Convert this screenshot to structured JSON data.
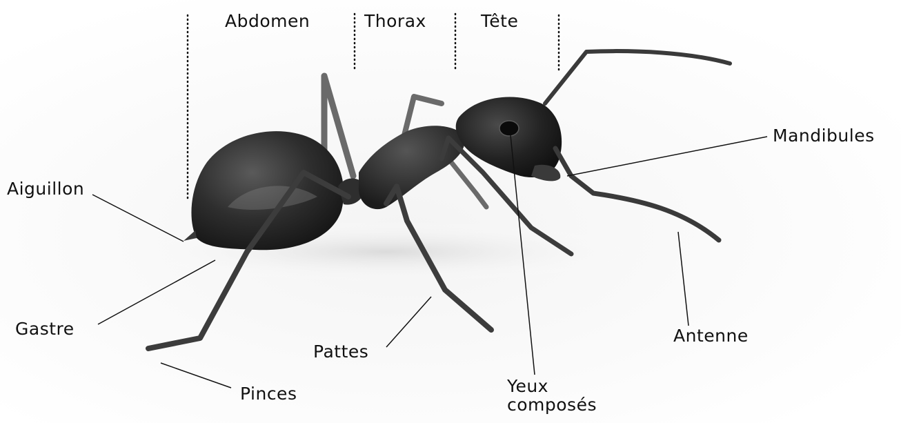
{
  "labels": {
    "abdomen": "Abdomen",
    "thorax": "Thorax",
    "tete": "Tête",
    "mandibules": "Mandibules",
    "aiguillon": "Aiguillon",
    "gastre": "Gastre",
    "pattes": "Pattes",
    "antenne": "Antenne",
    "pinces": "Pinces",
    "yeux_line1": "Yeux",
    "yeux_line2": "composés"
  },
  "colors": {
    "ink": "#111111",
    "body": "#2b2b2b",
    "leg": "#3c3c3c",
    "shadow": "#dcdcdc"
  }
}
